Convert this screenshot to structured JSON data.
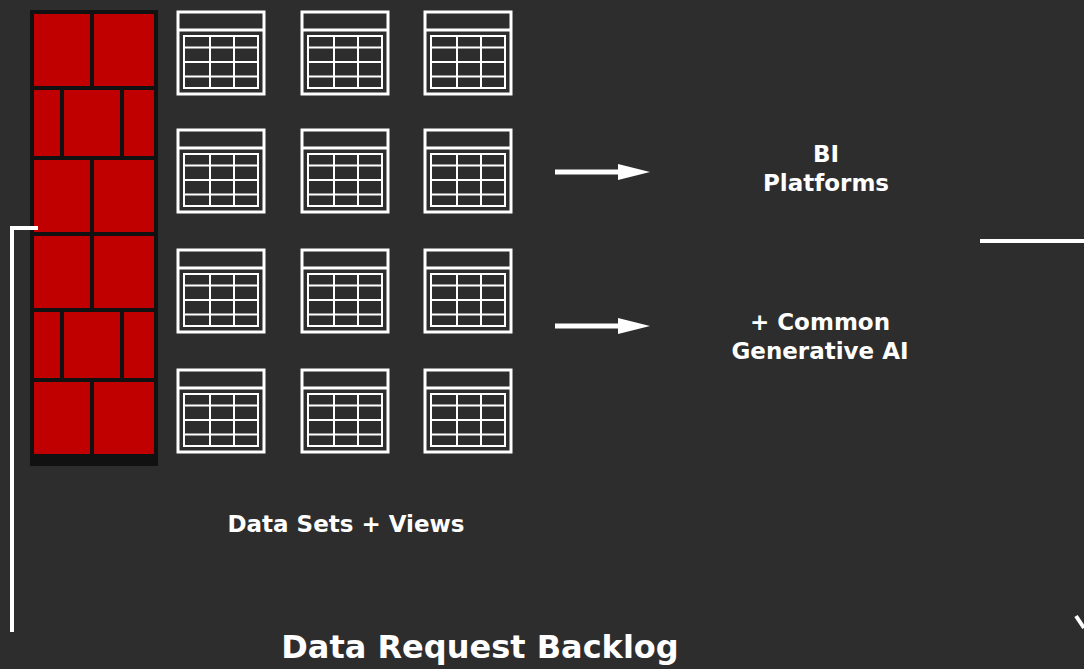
{
  "diagram": {
    "labels": [
      "Data Sets + Views",
      "BI Platforms",
      "+ Common Generative AI",
      "Data Request Backlog"
    ]
  }
}
